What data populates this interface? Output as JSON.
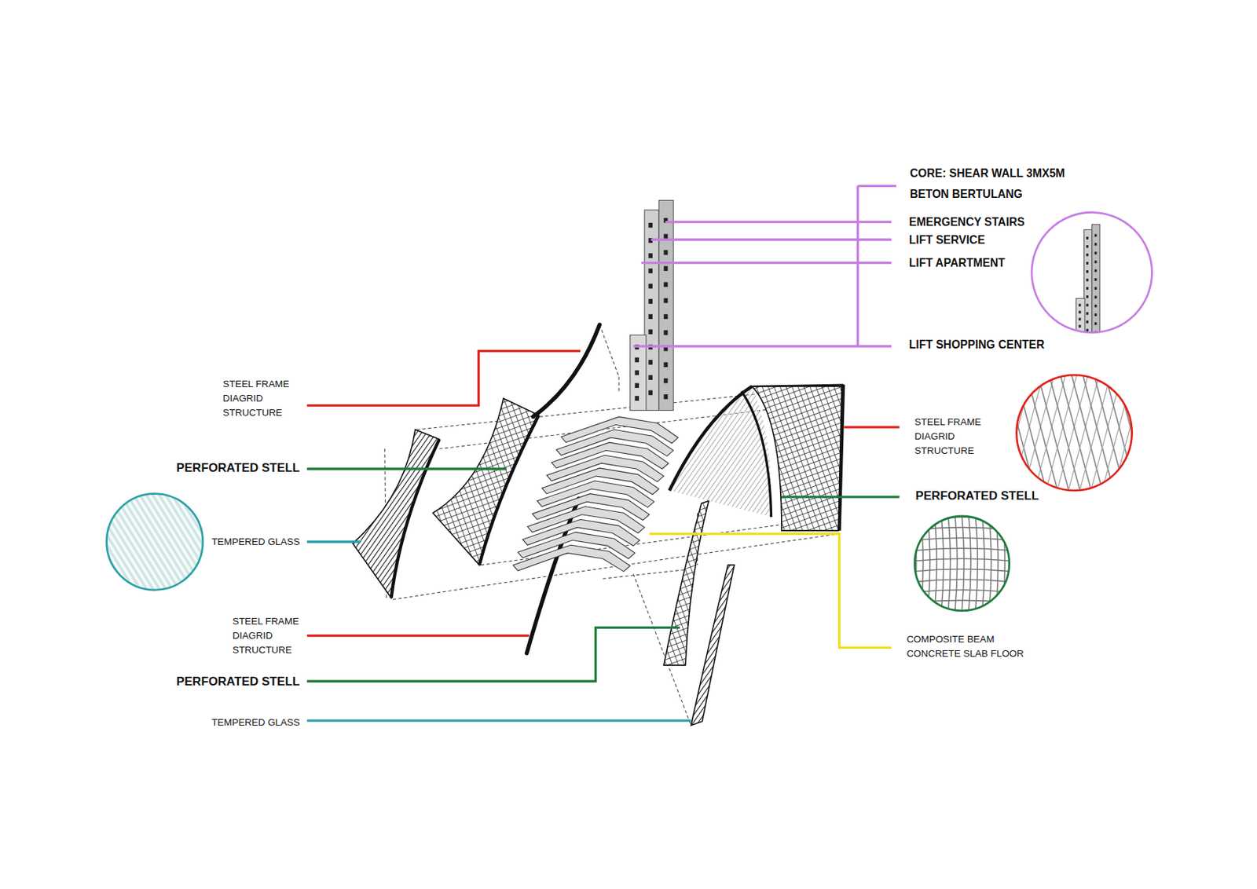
{
  "diagram": {
    "labels": [
      "CORE: SHEAR WALL 3MX5M BETON BERTULANG",
      "EMERGENCY STAIRS",
      "LIFT SERVICE",
      "LIFT APARTMENT",
      "LIFT SHOPPING CENTER",
      "STEEL FRAME DIAGRID STRUCTURE",
      "STEEL FRAME DIAGRID STRUCTURE",
      "PERFORATED STELL",
      "PERFORATED STELL",
      "TEMPERED GLASS",
      "STEEL FRAME DIAGRID STRUCTURE",
      "PERFORATED STELL",
      "COMPOSITE BEAM CONCRETE SLAB FLOOR",
      "TEMPERED GLASS"
    ]
  }
}
